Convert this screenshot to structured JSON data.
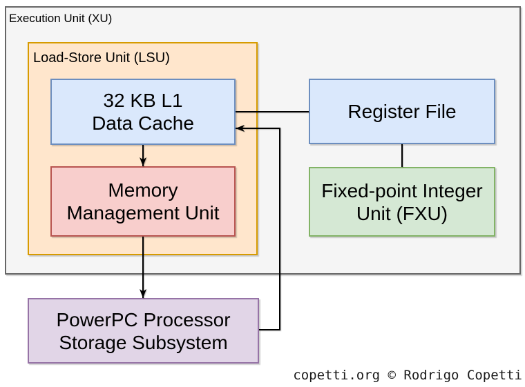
{
  "canvas": {
    "background": "#ffffff",
    "edge_color": "#000000"
  },
  "containers": {
    "xu": {
      "label": "Execution Unit (XU)",
      "fill": "#f5f5f5",
      "border": "#666666"
    },
    "lsu": {
      "label": "Load-Store Unit (LSU)",
      "fill": "#ffe6cc",
      "border": "#d79b00"
    }
  },
  "nodes": {
    "data_cache": {
      "label": "32 KB L1\nData Cache",
      "fill": "#dae8fc",
      "border": "#6c8ebf"
    },
    "mmu": {
      "label": "Memory\nManagement Unit",
      "fill": "#f8cecc",
      "border": "#b85450"
    },
    "register_file": {
      "label": "Register File",
      "fill": "#dae8fc",
      "border": "#6c8ebf"
    },
    "fxu": {
      "label": "Fixed-point Integer\nUnit (FXU)",
      "fill": "#d5e8d4",
      "border": "#82b366"
    },
    "storage_subsystem": {
      "label": "PowerPC Processor\nStorage Subsystem",
      "fill": "#e1d5e7",
      "border": "#9673a6"
    }
  },
  "connectors": [
    {
      "name": "data-cache-to-register-file",
      "from": "data_cache",
      "to": "register_file",
      "arrow": "none"
    },
    {
      "name": "data-cache-to-mmu",
      "from": "data_cache",
      "to": "mmu",
      "arrow": "end"
    },
    {
      "name": "mmu-to-storage-subsystem",
      "from": "mmu",
      "to": "storage_subsystem",
      "arrow": "end"
    },
    {
      "name": "register-file-to-fxu",
      "from": "register_file",
      "to": "fxu",
      "arrow": "none"
    },
    {
      "name": "storage-subsystem-to-data-cache",
      "from": "storage_subsystem",
      "to": "data_cache",
      "arrow": "end"
    }
  ],
  "credit": "copetti.org © Rodrigo Copetti"
}
